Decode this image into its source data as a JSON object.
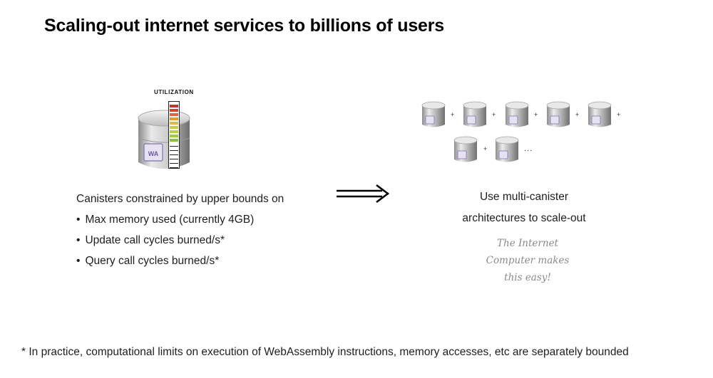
{
  "title": "Scaling-out internet services to billions of users",
  "utilization_label": "UTILIZATION",
  "canister_icon_text": "WA",
  "meter_colors": [
    "#ffffff",
    "#ffffff",
    "#ffffff",
    "#ffffff",
    "#ffffff",
    "#ffffff",
    "#8cbf3f",
    "#9ccc45",
    "#b7d24a",
    "#c9c94a",
    "#e0b84a",
    "#e39a3f",
    "#d9693a",
    "#c9482f",
    "#b63a2c"
  ],
  "left_list": {
    "intro": "Canisters constrained by upper bounds on",
    "items": [
      "Max memory used (currently 4GB)",
      "Update call cycles burned/s*",
      "Query call cycles burned/s*"
    ]
  },
  "canister_row": {
    "plus": "+",
    "ellipsis": "..."
  },
  "right_text": {
    "line1": "Use multi-canister",
    "line2": "architectures to scale-out"
  },
  "note": {
    "line1": "The Internet",
    "line2": "Computer makes",
    "line3": "this easy!"
  },
  "footnote": "* In practice, computational limits on execution of WebAssembly instructions, memory accesses, etc are separately bounded"
}
